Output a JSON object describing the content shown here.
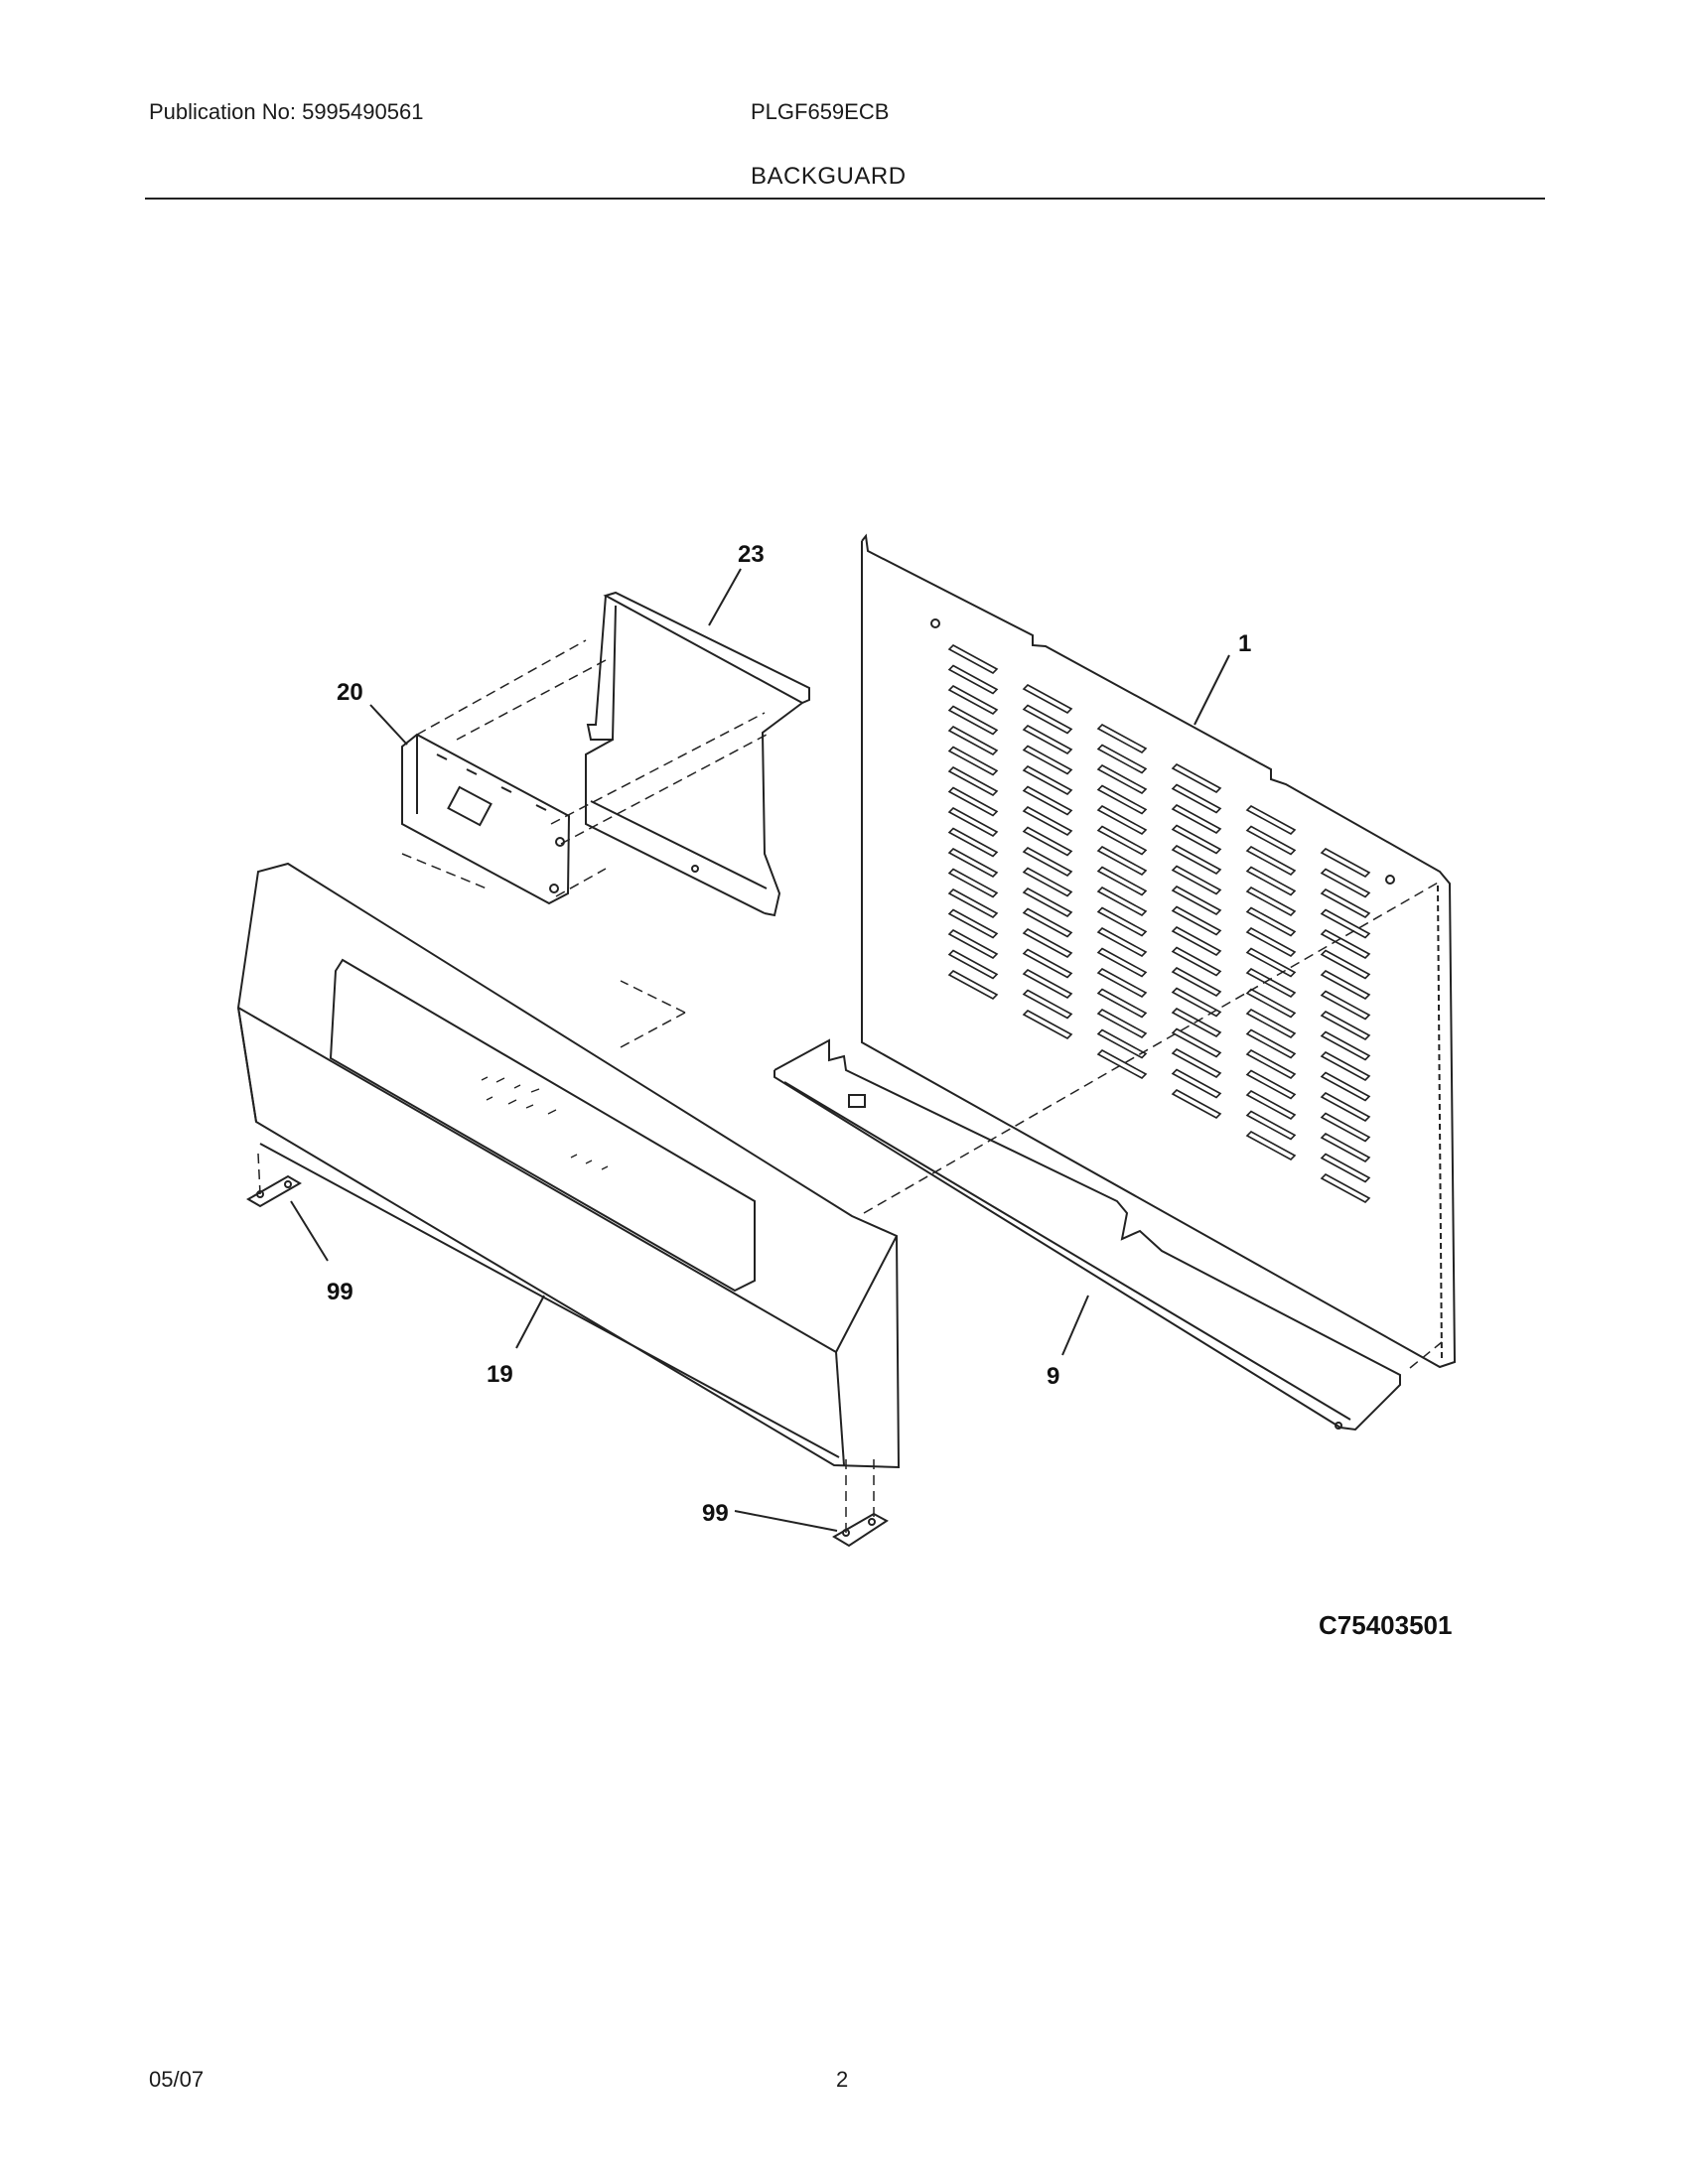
{
  "header": {
    "publication": "Publication No: 5995490561",
    "model": "PLGF659ECB",
    "section": "BACKGUARD"
  },
  "diagram": {
    "callouts": {
      "p1": "1",
      "p9": "9",
      "p19": "19",
      "p20": "20",
      "p23": "23",
      "p99a": "99",
      "p99b": "99"
    },
    "figure_id": "C75403501"
  },
  "footer": {
    "date": "05/07",
    "page": "2"
  }
}
